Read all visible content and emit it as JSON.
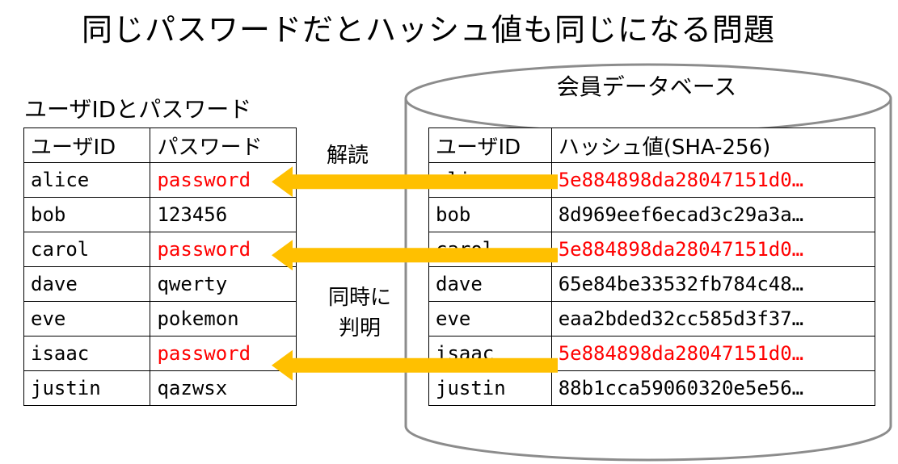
{
  "title": "同じパスワードだとハッシュ値も同じになる問題",
  "user_table": {
    "caption": "ユーザIDとパスワード",
    "headers": [
      "ユーザID",
      "パスワード"
    ],
    "rows": [
      {
        "id": "alice",
        "password": "password",
        "highlight": true
      },
      {
        "id": "bob",
        "password": "123456",
        "highlight": false
      },
      {
        "id": "carol",
        "password": "password",
        "highlight": true
      },
      {
        "id": "dave",
        "password": "qwerty",
        "highlight": false
      },
      {
        "id": "eve",
        "password": "pokemon",
        "highlight": false
      },
      {
        "id": "isaac",
        "password": "password",
        "highlight": true
      },
      {
        "id": "justin",
        "password": "qazwsx",
        "highlight": false
      }
    ]
  },
  "database": {
    "label": "会員データベース",
    "headers": [
      "ユーザID",
      "ハッシュ値(SHA-256)"
    ],
    "rows": [
      {
        "id": "alice",
        "hash": "5e884898da28047151d0…",
        "highlight": true
      },
      {
        "id": "bob",
        "hash": "8d969eef6ecad3c29a3a…",
        "highlight": false
      },
      {
        "id": "carol",
        "hash": "5e884898da28047151d0…",
        "highlight": true
      },
      {
        "id": "dave",
        "hash": "65e84be33532fb784c48…",
        "highlight": false
      },
      {
        "id": "eve",
        "hash": "eaa2bded32cc585d3f37…",
        "highlight": false
      },
      {
        "id": "isaac",
        "hash": "5e884898da28047151d0…",
        "highlight": true
      },
      {
        "id": "justin",
        "hash": "88b1cca59060320e5e56…",
        "highlight": false
      }
    ]
  },
  "labels": {
    "decode": "解読",
    "reveal_line1": "同時に",
    "reveal_line2": "判明"
  },
  "colors": {
    "highlight_text": "#ff0000",
    "arrow": "#ffc000",
    "cylinder_border": "#8c8c8c"
  }
}
